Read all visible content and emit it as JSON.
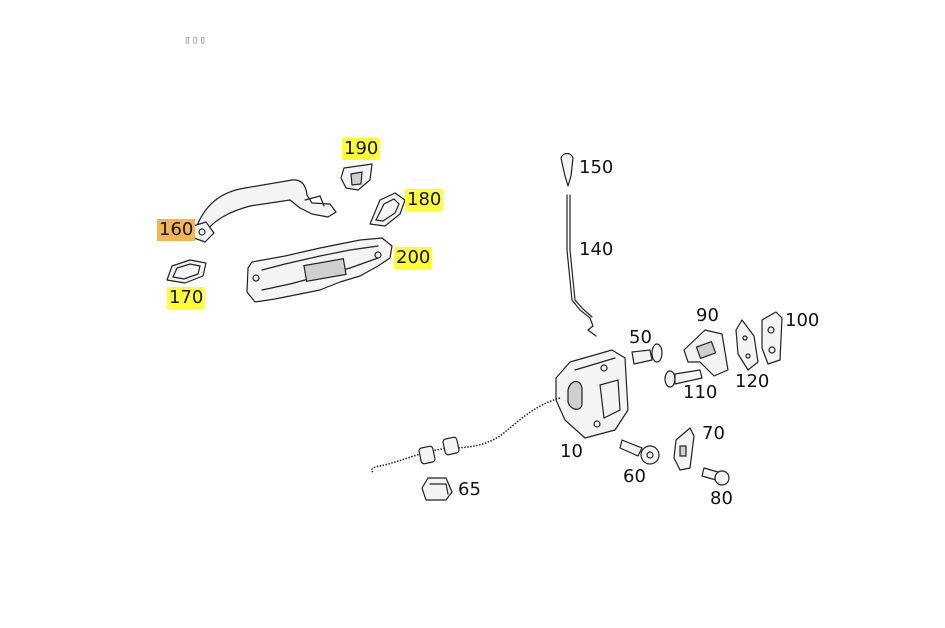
{
  "header": {
    "mark": "▯▯▯"
  },
  "colors": {
    "highlight_yellow": "#ffff33",
    "highlight_orange": "#f3b550"
  },
  "callouts": [
    {
      "id": "c160",
      "label": "160",
      "highlight": "orange"
    },
    {
      "id": "c170",
      "label": "170",
      "highlight": "yellow"
    },
    {
      "id": "c180",
      "label": "180",
      "highlight": "yellow"
    },
    {
      "id": "c190",
      "label": "190",
      "highlight": "yellow"
    },
    {
      "id": "c200",
      "label": "200",
      "highlight": "yellow"
    },
    {
      "id": "c150",
      "label": "150",
      "highlight": "none"
    },
    {
      "id": "c140",
      "label": "140",
      "highlight": "none"
    },
    {
      "id": "c50",
      "label": "50",
      "highlight": "none"
    },
    {
      "id": "c90",
      "label": "90",
      "highlight": "none"
    },
    {
      "id": "c100",
      "label": "100",
      "highlight": "none"
    },
    {
      "id": "c120",
      "label": "120",
      "highlight": "none"
    },
    {
      "id": "c110",
      "label": "110",
      "highlight": "none"
    },
    {
      "id": "c10",
      "label": "10",
      "highlight": "none"
    },
    {
      "id": "c70",
      "label": "70",
      "highlight": "none"
    },
    {
      "id": "c60",
      "label": "60",
      "highlight": "none"
    },
    {
      "id": "c80",
      "label": "80",
      "highlight": "none"
    },
    {
      "id": "c65",
      "label": "65",
      "highlight": "none"
    }
  ]
}
